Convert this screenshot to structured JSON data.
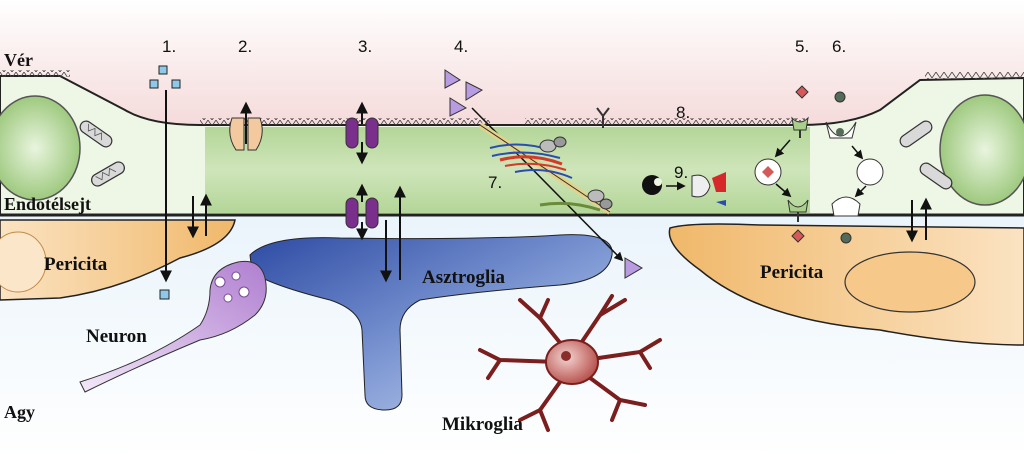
{
  "regions": {
    "blood": "Vér",
    "endothelium": "Endotélsejt",
    "brain": "Agy"
  },
  "cells": {
    "pericyte_left": "Pericita",
    "pericyte_right": "Pericita",
    "neuron": "Neuron",
    "astroglia": "Asztroglia",
    "microglia": "Mikroglia"
  },
  "pathway_numbers": [
    "1.",
    "2.",
    "3.",
    "4.",
    "5.",
    "6.",
    "7.",
    "8.",
    "9."
  ],
  "colors": {
    "blood": "#f6dede",
    "endothelium": "#e9f3de",
    "endothelium_center": "#b7d89a",
    "brain": "#dfeefa",
    "pericyte": "#f3c98e",
    "astroglia": "#2e4fa3",
    "neuron": "#c9a3de",
    "microglia": "#a8322f",
    "transporter_purple": "#7b2f8c",
    "small_molecule": "#8ec9ea",
    "peptide_triangle": "#b89be0",
    "diamond": "#d45a5a"
  }
}
